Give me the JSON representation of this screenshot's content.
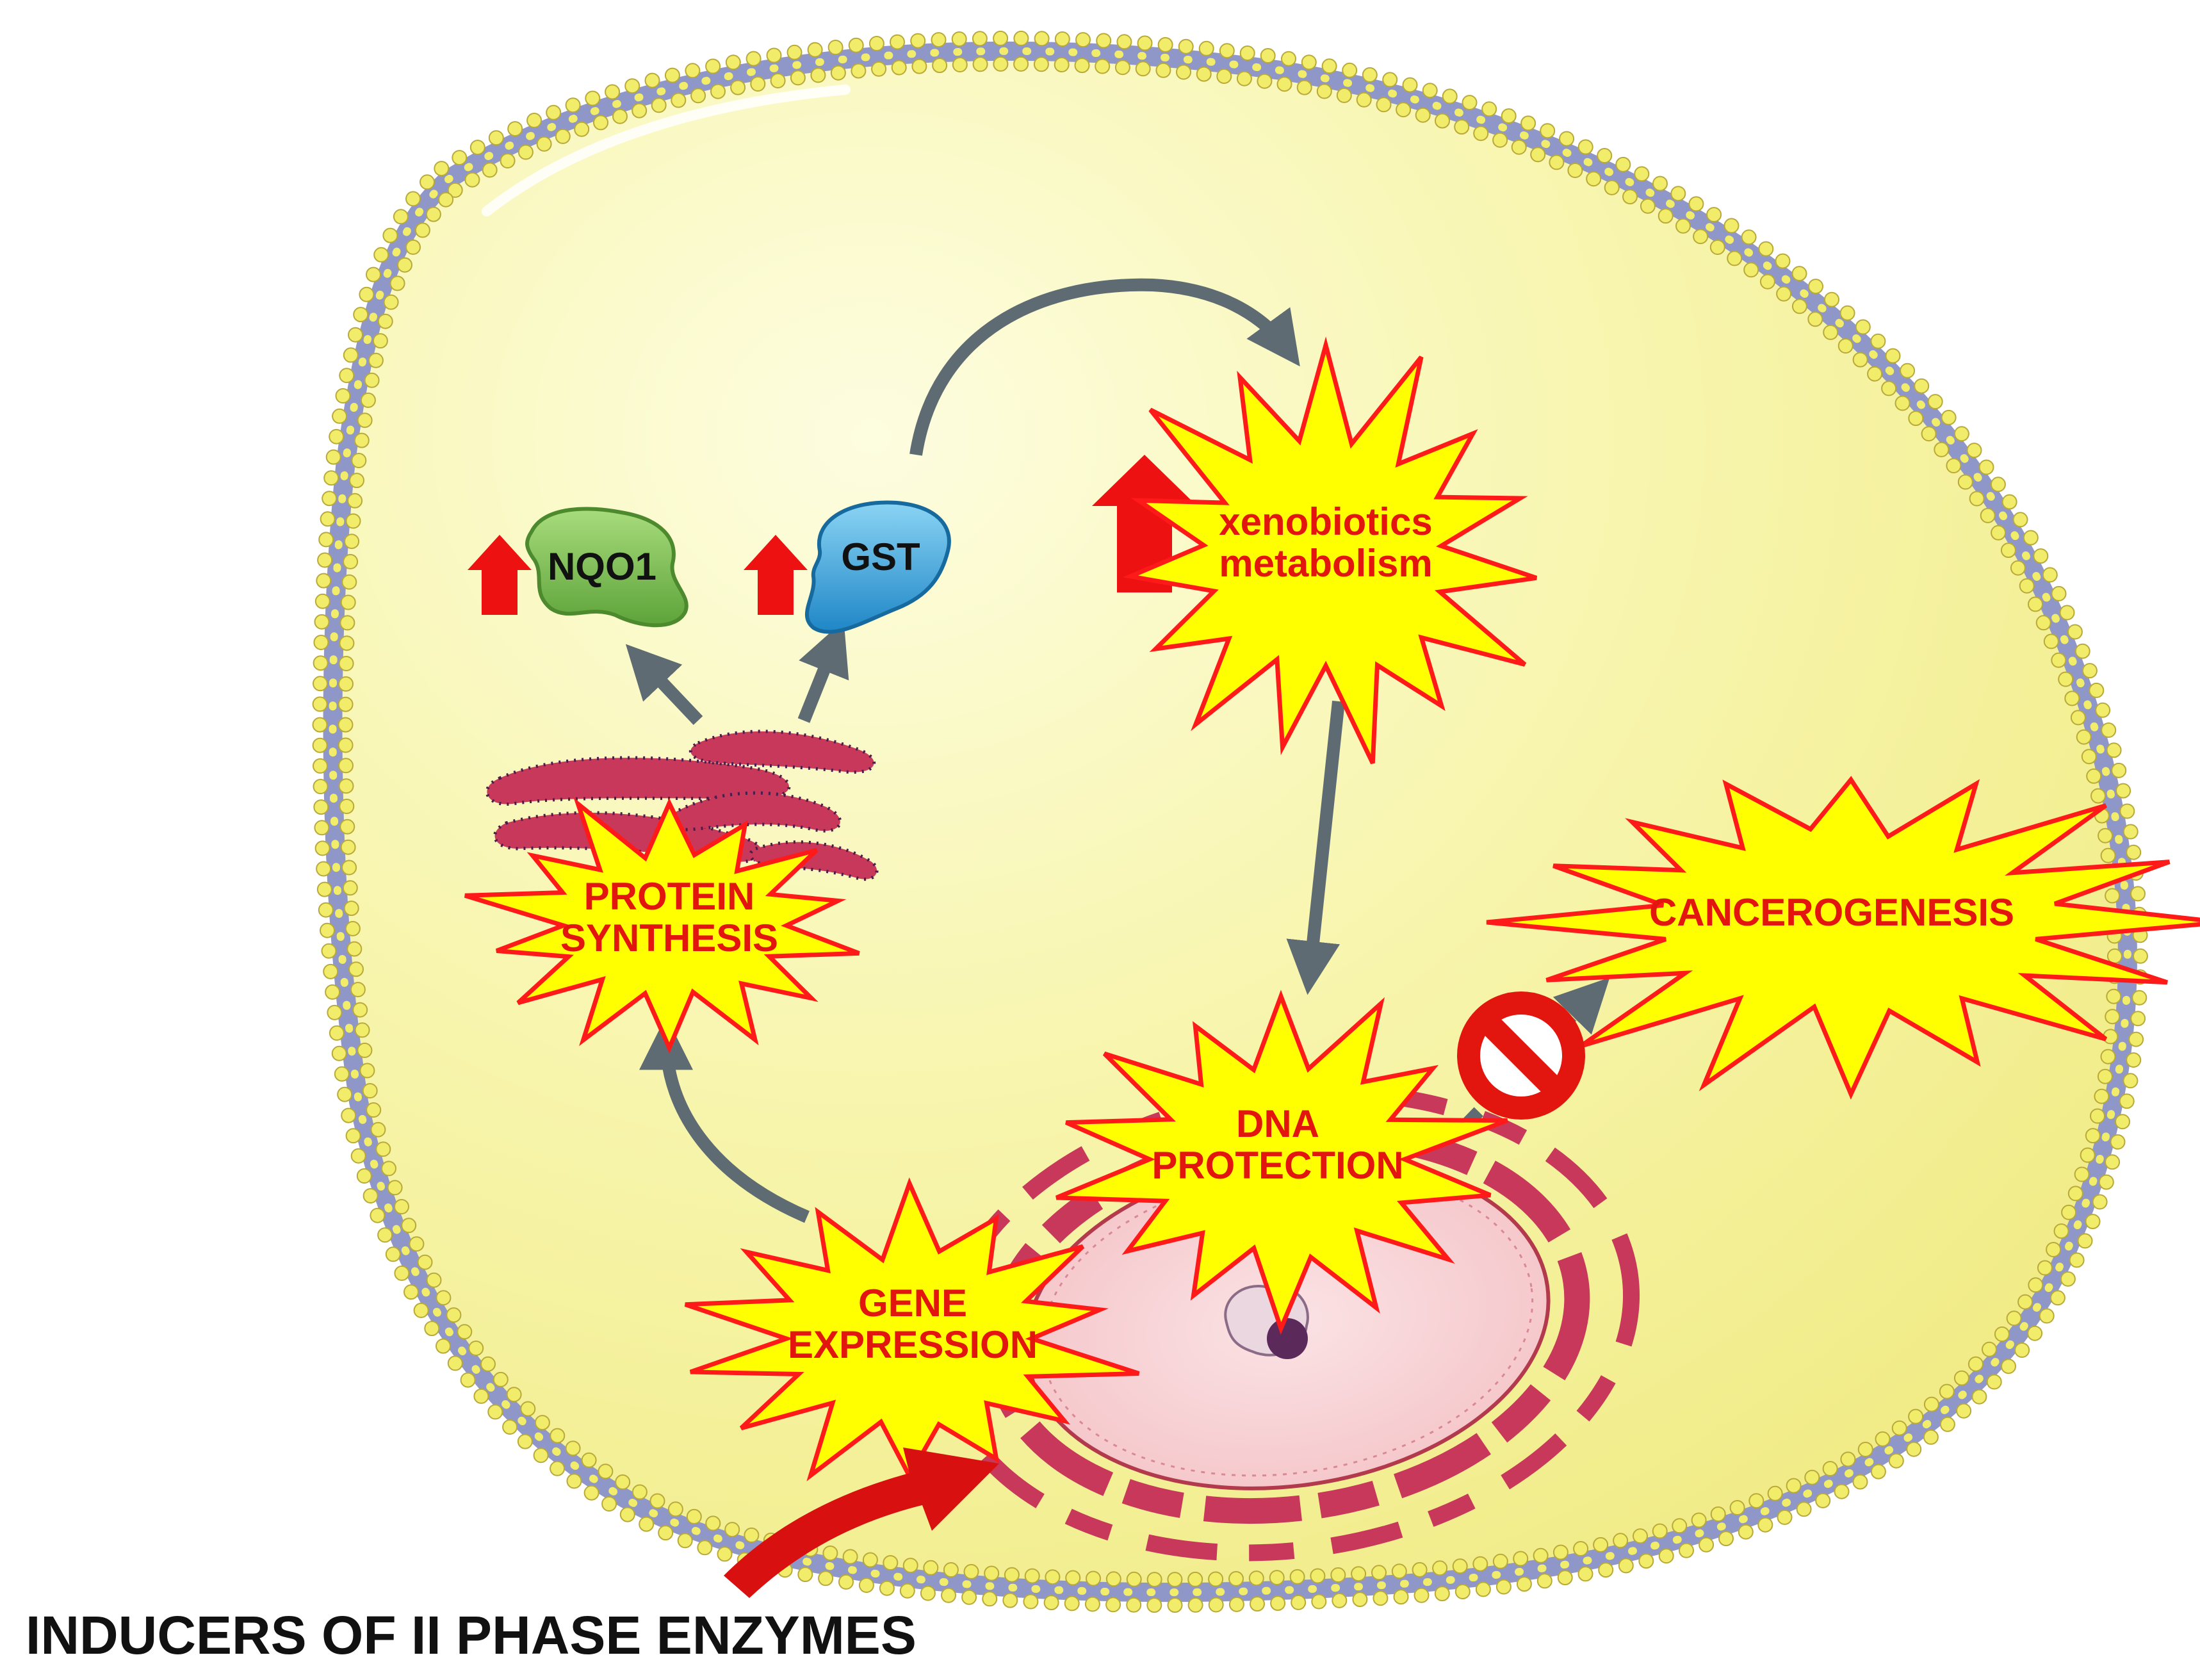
{
  "diagram": {
    "nodes": {
      "protein_synthesis": {
        "lines": [
          "PROTEIN",
          "SYNTHESIS"
        ]
      },
      "xenobiotics": {
        "lines": [
          "xenobiotics",
          "metabolism"
        ]
      },
      "cancerogenesis": {
        "lines": [
          "CANCEROGENESIS"
        ]
      },
      "dna_protection": {
        "lines": [
          "DNA",
          "PROTECTION"
        ]
      },
      "gene_expression": {
        "lines": [
          "GENE",
          "EXPRESSION"
        ]
      }
    },
    "proteins": {
      "nqo1": {
        "label": "NQO1",
        "color": "#78c04f"
      },
      "gst": {
        "label": "GST",
        "color": "#2aa7dd"
      }
    },
    "inducer_label": "INDUCERS OF II PHASE ENZYMES",
    "icons": {
      "blocked": "prohibition-icon",
      "increase": "up-arrow-icon"
    },
    "colors": {
      "cytoplasm": "#f6f4a0",
      "membrane_head": "#f2ec6b",
      "membrane_tail": "#8f97c9",
      "burst_fill": "#ffff00",
      "burst_stroke": "#ff1a1a",
      "flow_arrow": "#5f6b73",
      "up_arrow": "#ee1111",
      "organelle": "#c8385a"
    }
  }
}
